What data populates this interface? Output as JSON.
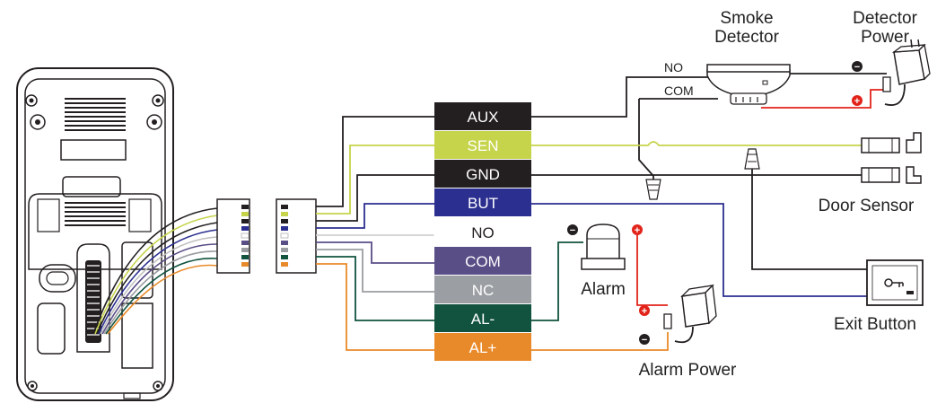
{
  "colors": {
    "aux": "#231f20",
    "sen": "#c6d44b",
    "gnd": "#231f20",
    "but": "#2b2f8f",
    "no": "#ffffff",
    "com": "#5a4e86",
    "nc": "#9b9ea2",
    "al_minus": "#11533f",
    "al_plus": "#e98a2a",
    "red_wire": "#e2231a"
  },
  "terminals": [
    {
      "key": "aux",
      "label": "AUX"
    },
    {
      "key": "sen",
      "label": "SEN"
    },
    {
      "key": "gnd",
      "label": "GND"
    },
    {
      "key": "but",
      "label": "BUT"
    },
    {
      "key": "no",
      "label": "NO"
    },
    {
      "key": "com",
      "label": "COM"
    },
    {
      "key": "nc",
      "label": "NC"
    },
    {
      "key": "al_minus",
      "label": "AL-"
    },
    {
      "key": "al_plus",
      "label": "AL+"
    }
  ],
  "labels": {
    "smoke_detector_line1": "Smoke",
    "smoke_detector_line2": "Detector",
    "detector_power_line1": "Detector",
    "detector_power_line2": "Power",
    "smoke_no": "NO",
    "smoke_com": "COM",
    "door_sensor": "Door Sensor",
    "alarm": "Alarm",
    "alarm_power": "Alarm Power",
    "exit_button": "Exit Button"
  },
  "polarity": {
    "minus": "−",
    "plus": "+"
  }
}
